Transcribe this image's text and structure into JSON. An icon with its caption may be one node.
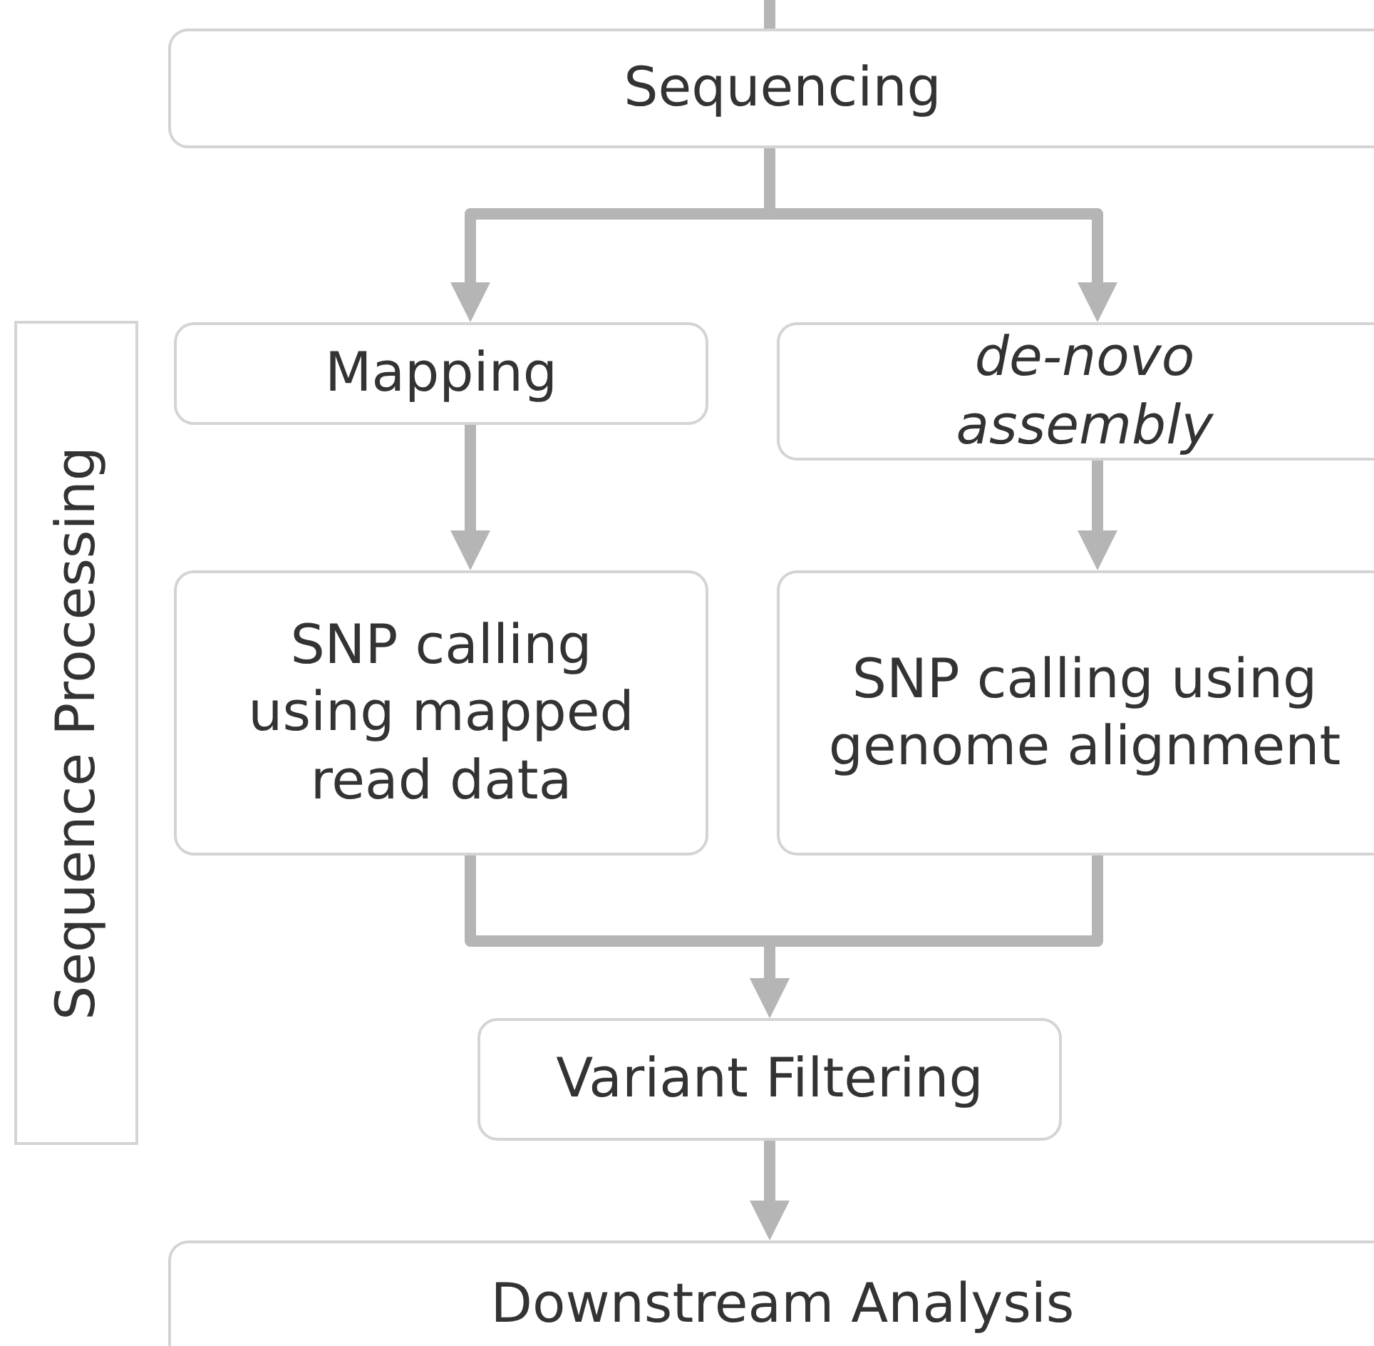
{
  "diagram": {
    "nodes": [
      {
        "text": [
          "Sequencing"
        ]
      },
      {
        "text": [
          "Mapping"
        ]
      },
      {
        "text": [
          "de-novo assembly"
        ]
      },
      {
        "text": [
          "SNP calling using mapped read data"
        ]
      },
      {
        "text": [
          "SNP calling using genome alignment"
        ]
      },
      {
        "text": [
          "Variant Filtering"
        ]
      },
      {
        "text": [
          "Downstream Analysis"
        ]
      },
      {
        "text": [
          "Sequence Processing"
        ]
      }
    ],
    "edges": [
      {
        "from": null,
        "to": 0,
        "arrow": "none"
      },
      {
        "from": 0,
        "to": 1,
        "arrow": "to"
      },
      {
        "from": 0,
        "to": 2,
        "arrow": "to"
      },
      {
        "from": 1,
        "to": 3,
        "arrow": "to"
      },
      {
        "from": 2,
        "to": 4,
        "arrow": "to"
      },
      {
        "from": 3,
        "to": 5,
        "arrow": "to"
      },
      {
        "from": 4,
        "to": 5,
        "arrow": "to"
      },
      {
        "from": 5,
        "to": 6,
        "arrow": "to"
      }
    ]
  }
}
